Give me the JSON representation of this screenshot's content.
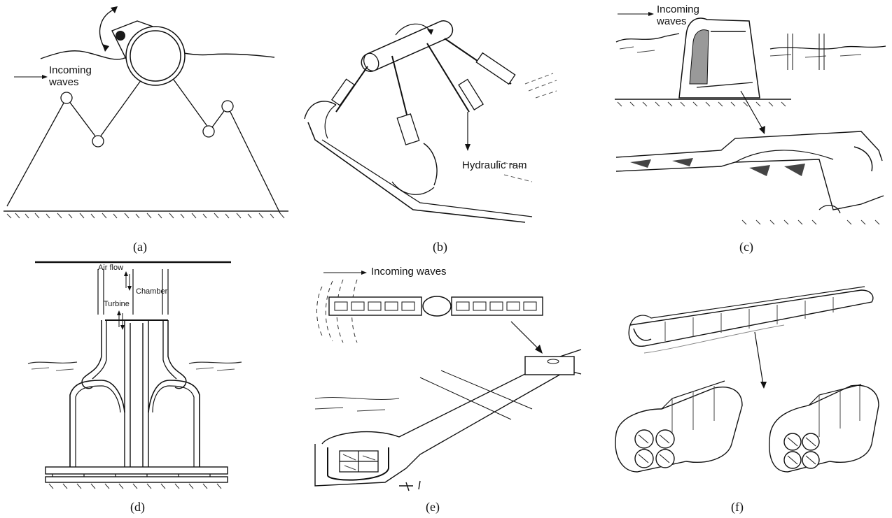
{
  "panels": {
    "a": {
      "caption": "(a)",
      "incoming_label": "Incoming\nwaves",
      "incoming_line1": "Incoming",
      "incoming_line2": "waves"
    },
    "b": {
      "caption": "(b)",
      "ram_label": "Hydraulic ram"
    },
    "c": {
      "caption": "(c)",
      "incoming_line1": "Incoming",
      "incoming_line2": "waves"
    },
    "d": {
      "caption": "(d)",
      "air_flow": "Air flow",
      "turbine": "Turbine",
      "chamber": "Chamber"
    },
    "e": {
      "caption": "(e)",
      "incoming": "Incoming waves"
    },
    "f": {
      "caption": "(f)"
    }
  },
  "colors": {
    "ink": "#111111",
    "background": "#ffffff"
  }
}
